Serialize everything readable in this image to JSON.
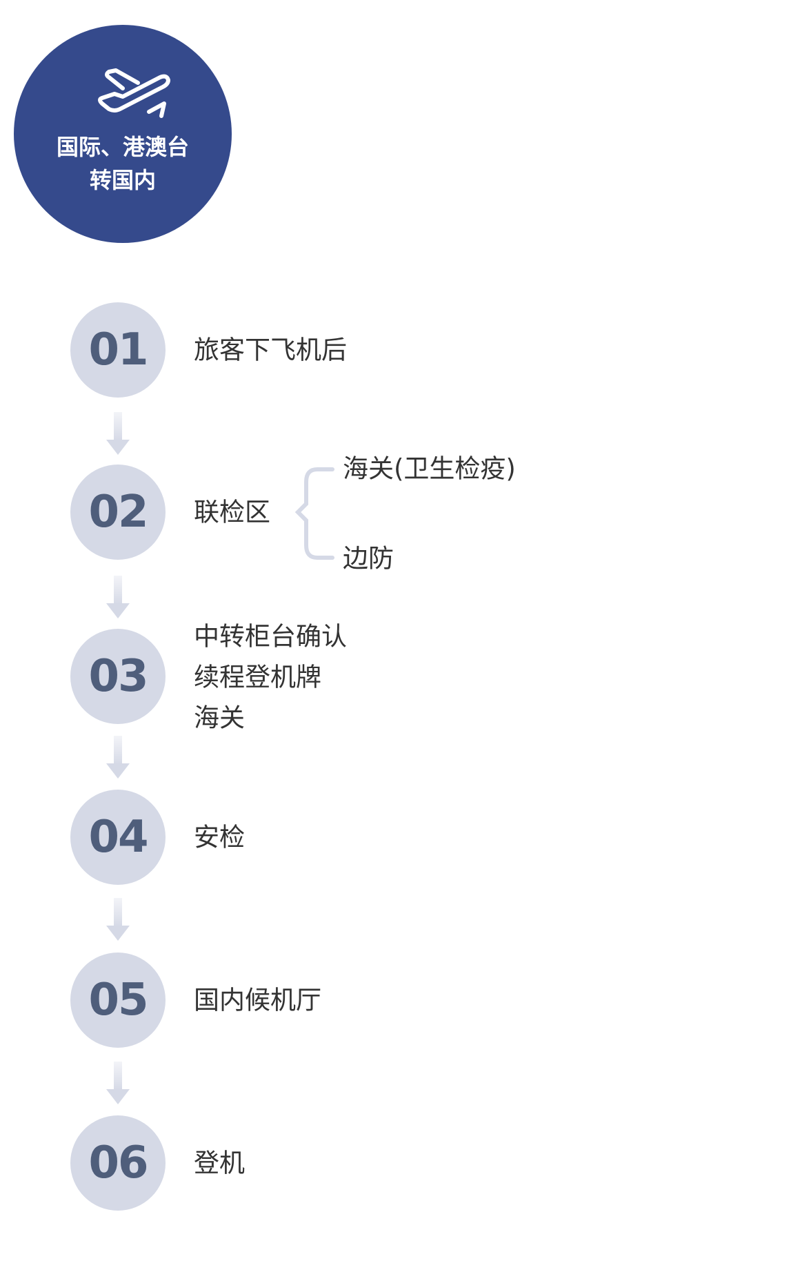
{
  "header": {
    "title_line1": "国际、港澳台",
    "title_line2": "转国内",
    "icon": "airplane-takeoff-icon"
  },
  "colors": {
    "hero": "#354a8c",
    "step_circle": "#d5d9e6",
    "step_number": "#4f5e7b",
    "text": "#333333"
  },
  "steps": [
    {
      "number": "01",
      "lines": [
        "旅客下飞机后"
      ]
    },
    {
      "number": "02",
      "lines": [
        "联检区"
      ],
      "branches": [
        "海关(卫生检疫)",
        "边防"
      ]
    },
    {
      "number": "03",
      "lines": [
        "中转柜台确认",
        "续程登机牌",
        "海关"
      ]
    },
    {
      "number": "04",
      "lines": [
        "安检"
      ]
    },
    {
      "number": "05",
      "lines": [
        "国内候机厅"
      ]
    },
    {
      "number": "06",
      "lines": [
        "登机"
      ]
    }
  ]
}
